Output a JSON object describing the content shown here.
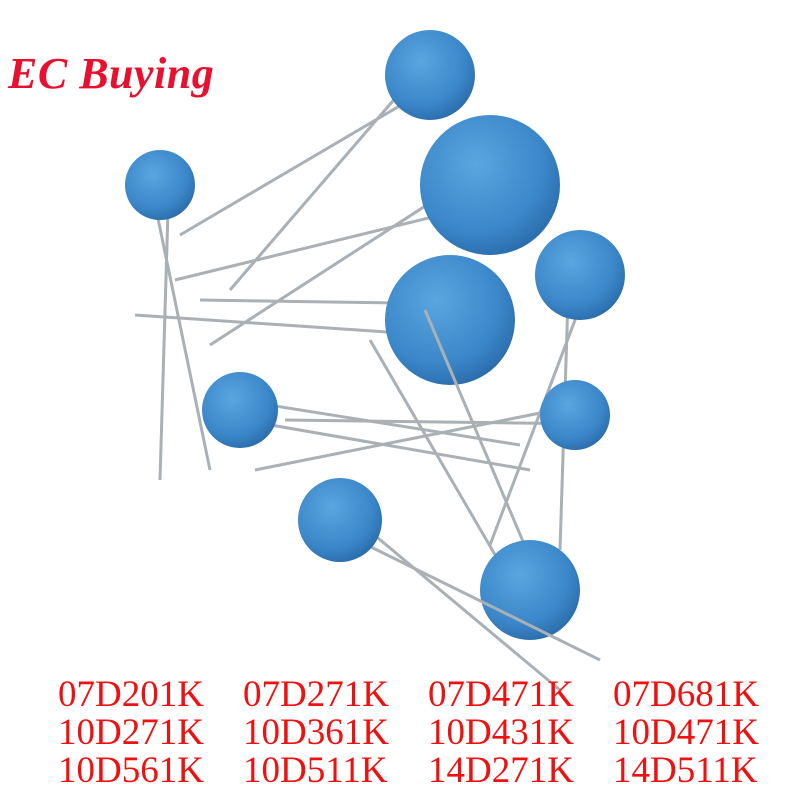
{
  "brand": {
    "name": "EC Buying",
    "color": "#e8102e"
  },
  "product": {
    "component_color": "#3a86c8",
    "models": [
      "07D201K",
      "07D271K",
      "07D471K",
      "07D681K",
      "10D271K",
      "10D361K",
      "10D431K",
      "10D471K",
      "10D561K",
      "10D511K",
      "14D271K",
      "14D511K"
    ],
    "model_text_color": "#f01010"
  }
}
